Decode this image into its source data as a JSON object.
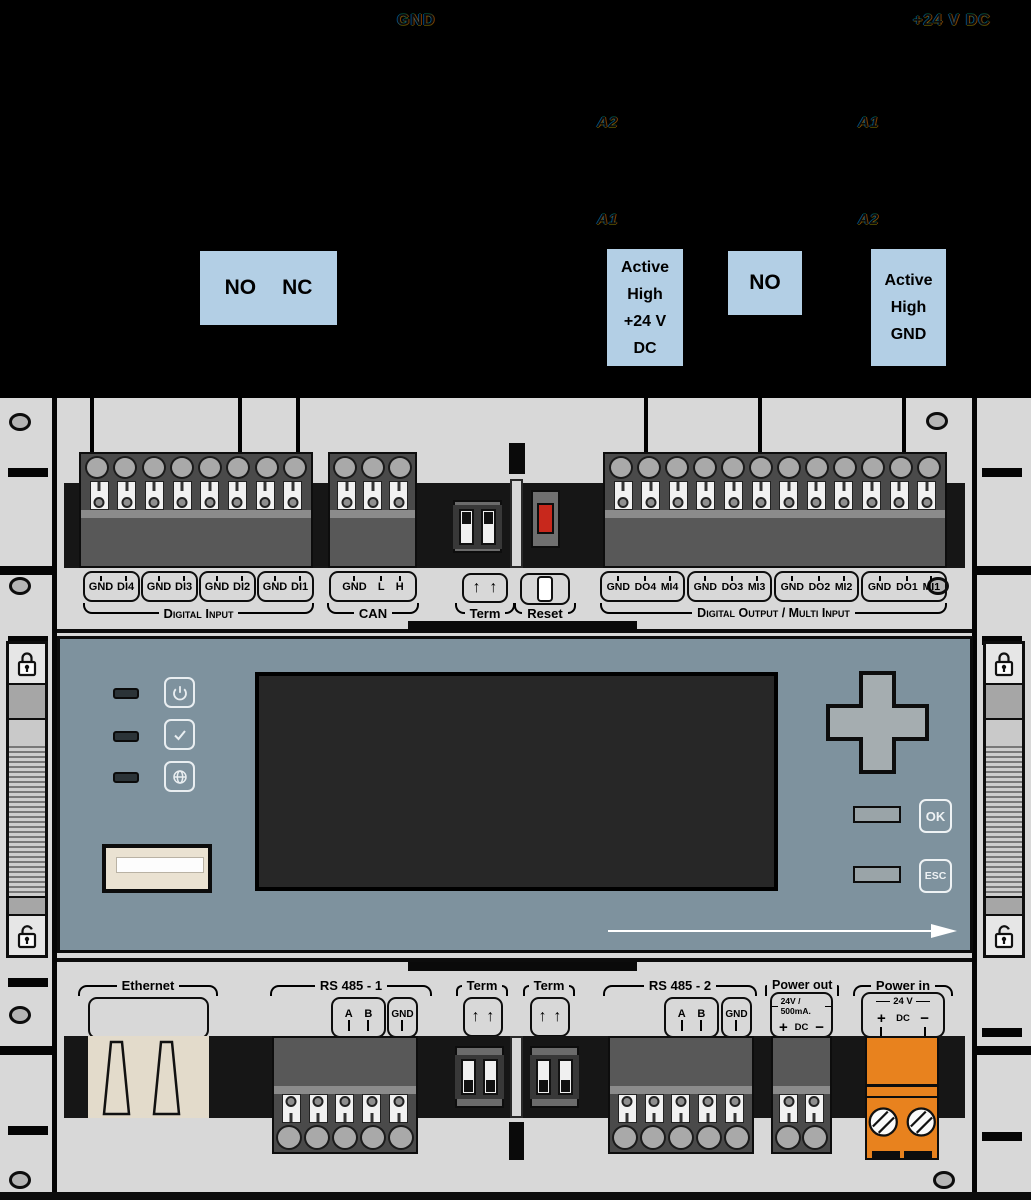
{
  "colors": {
    "highlight_blue": "#b3cfe5",
    "power_in_orange": "#e8821e",
    "reset_red": "#c8281c",
    "front_panel_blue_gray": "#7e929e",
    "chassis_gray": "#d8d8d8"
  },
  "diagram": {
    "top_left_label": "GND",
    "top_right_label": "+24 V DC",
    "relay_left": {
      "top": "A2",
      "bottom": "A1"
    },
    "relay_right": {
      "top": "A1",
      "bottom": "A2"
    },
    "boxes": {
      "no_nc": {
        "no": "NO",
        "nc": "NC"
      },
      "active_high_24v": "Active\nHigh\n+24 V\nDC",
      "no": "NO",
      "active_high_gnd": "Active\nHigh\nGND"
    }
  },
  "icons": {
    "term_arrow": "↑"
  },
  "top_terminals": {
    "digital_input": {
      "caption": "Digital Input",
      "groups": [
        [
          "GND",
          "DI4"
        ],
        [
          "GND",
          "DI3"
        ],
        [
          "GND",
          "DI2"
        ],
        [
          "GND",
          "DI1"
        ]
      ]
    },
    "can": {
      "caption": "CAN",
      "labels": [
        "GND",
        "L",
        "H"
      ]
    },
    "term": {
      "caption": "Term"
    },
    "reset": {
      "caption": "Reset"
    },
    "digital_output": {
      "caption": "Digital Output / Multi Input",
      "groups": [
        [
          "GND",
          "DO4",
          "MI4"
        ],
        [
          "GND",
          "DO3",
          "MI3"
        ],
        [
          "GND",
          "DO2",
          "MI2"
        ],
        [
          "GND",
          "DO1",
          "MI1"
        ]
      ]
    }
  },
  "front_panel": {
    "ok": "OK",
    "esc": "ESC"
  },
  "bottom_terminals": {
    "ethernet": {
      "caption": "Ethernet"
    },
    "rs485_1": {
      "caption": "RS 485 - 1",
      "labels": [
        "A",
        "B",
        "GND"
      ]
    },
    "term_1": {
      "caption": "Term"
    },
    "term_2": {
      "caption": "Term"
    },
    "rs485_2": {
      "caption": "RS 485 - 2",
      "labels": [
        "A",
        "B",
        "GND"
      ]
    },
    "power_out": {
      "caption": "Power out",
      "rating": "24V / 500mA.",
      "plus": "+",
      "dc": "DC",
      "minus": "−"
    },
    "power_in": {
      "caption": "Power in",
      "rating": "24 V",
      "plus": "+",
      "dc": "DC",
      "minus": "−"
    }
  }
}
